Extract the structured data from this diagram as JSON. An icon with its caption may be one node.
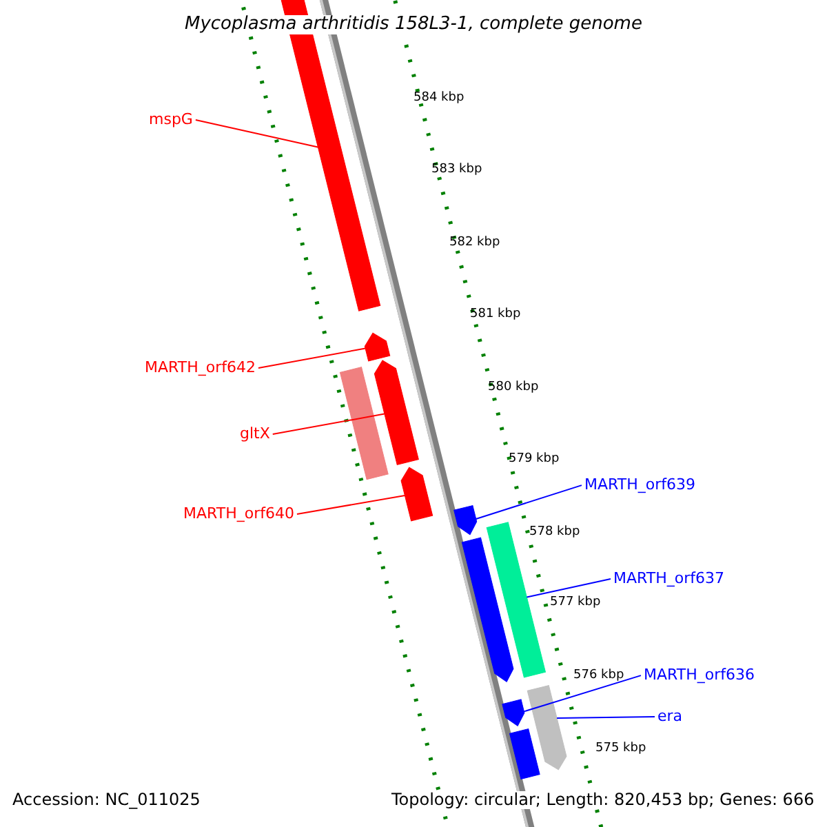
{
  "diagram": {
    "title": "Mycoplasma arthritidis 158L3-1, complete genome",
    "nodes": [
      {
        "text": [
          "mspG"
        ]
      },
      {
        "text": [
          "MARTH_orf642"
        ]
      },
      {
        "text": [
          "gltX"
        ]
      },
      {
        "text": [
          "MARTH_orf640"
        ]
      },
      {
        "text": [
          "MARTH_orf639"
        ]
      },
      {
        "text": [
          "MARTH_orf637"
        ]
      },
      {
        "text": [
          "MARTH_orf636"
        ]
      },
      {
        "text": [
          "era"
        ]
      },
      {
        "text": [],
        "shape": "bar"
      },
      {
        "text": [],
        "shape": "arrow"
      },
      {
        "text": [],
        "shape": "bar"
      },
      {
        "text": [],
        "shape": "arrow"
      },
      {
        "text": [],
        "shape": "arrow"
      },
      {
        "text": [],
        "shape": "arrow"
      },
      {
        "text": [],
        "shape": "arrow"
      },
      {
        "text": [],
        "shape": "bar"
      },
      {
        "text": [],
        "shape": "arrow"
      },
      {
        "text": [],
        "shape": "arrow"
      },
      {
        "text": [],
        "shape": "bar"
      }
    ],
    "edges": [
      {
        "from": 0,
        "to": 8,
        "arrow": "none",
        "color": "#ff0000"
      },
      {
        "from": 1,
        "to": 9,
        "arrow": "none",
        "color": "#ff0000"
      },
      {
        "from": 2,
        "to": 11,
        "arrow": "none",
        "color": "#ff0000"
      },
      {
        "from": 3,
        "to": 12,
        "arrow": "none",
        "color": "#ff0000"
      },
      {
        "from": 4,
        "to": 13,
        "arrow": "none",
        "color": "#0000ff"
      },
      {
        "from": 5,
        "to": 15,
        "arrow": "none",
        "color": "#0000ff"
      },
      {
        "from": 6,
        "to": 16,
        "arrow": "none",
        "color": "#0000ff"
      },
      {
        "from": 7,
        "to": 17,
        "arrow": "none",
        "color": "#0000ff"
      }
    ],
    "labels": [
      "584 kbp",
      "583 kbp",
      "582 kbp",
      "581 kbp",
      "580 kbp",
      "579 kbp",
      "578 kbp",
      "577 kbp",
      "576 kbp",
      "575 kbp",
      "Accession: NC_011025",
      "Topology: circular; Length: 820,453 bp; Genes: 666"
    ]
  }
}
